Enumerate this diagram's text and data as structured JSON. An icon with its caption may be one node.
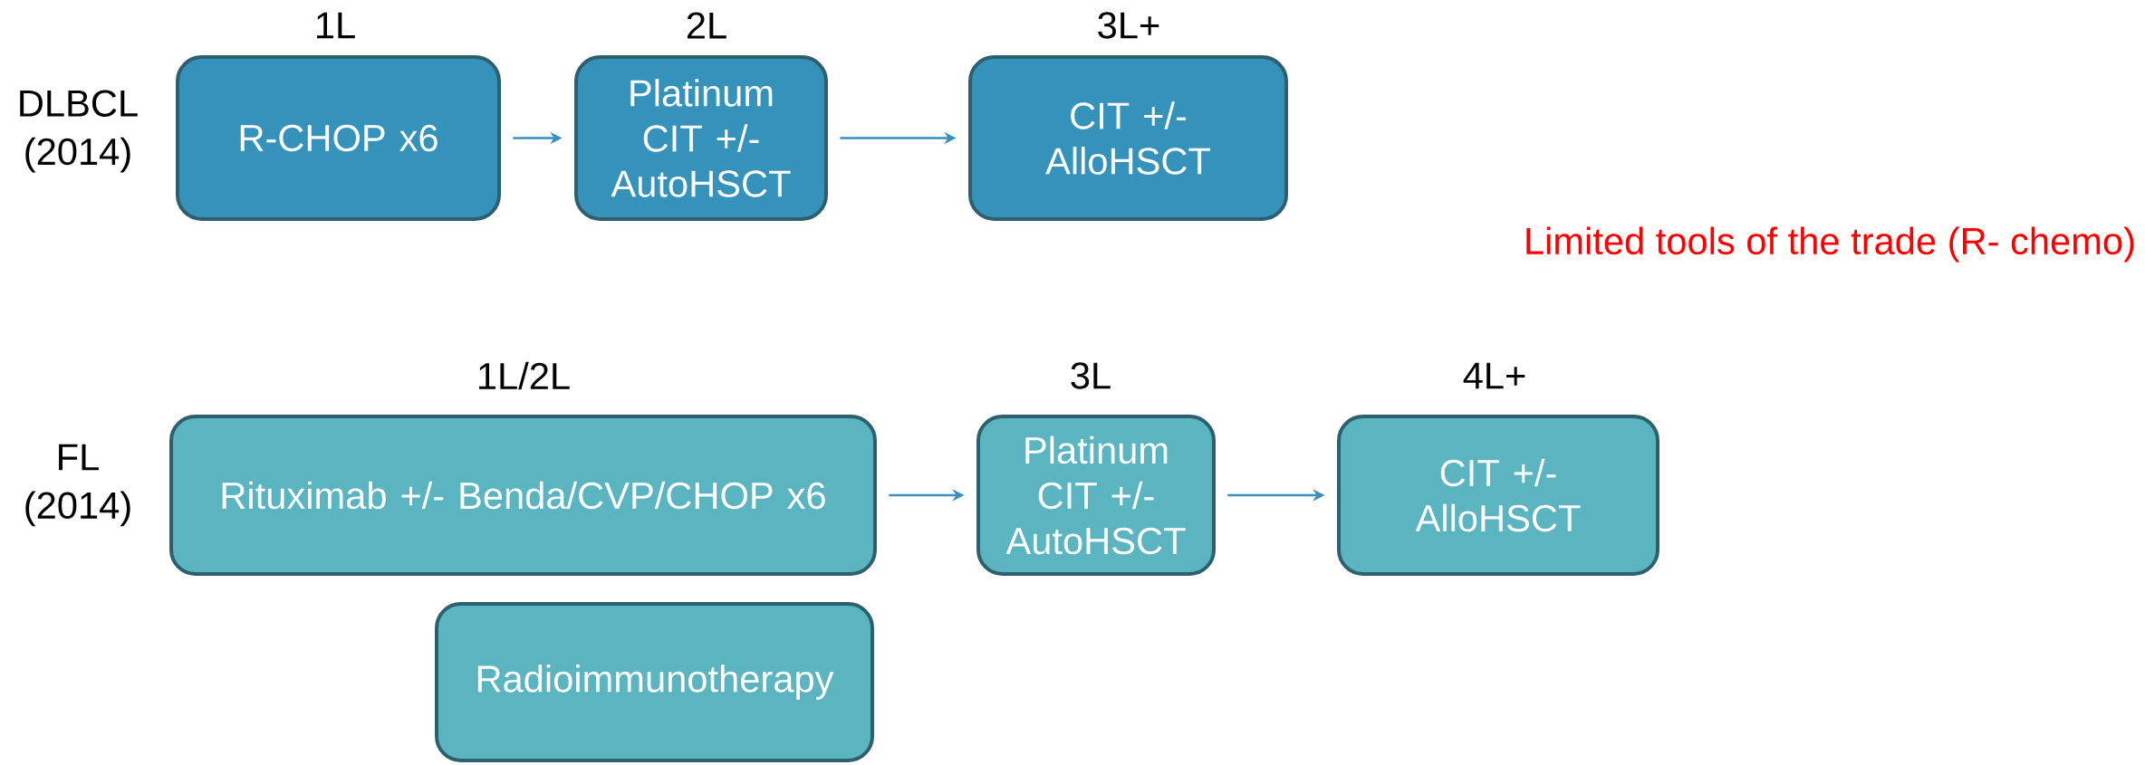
{
  "diagram": {
    "nodes": [
      {
        "text": [
          "R-CHOP x6"
        ]
      },
      {
        "text": [
          "Platinum CIT +/- AutoHSCT"
        ]
      },
      {
        "text": [
          "CIT +/- AlloHSCT"
        ]
      },
      {
        "text": [
          "Rituximab +/- Benda/CVP/CHOP x6"
        ]
      },
      {
        "text": [
          "Platinum CIT +/- AutoHSCT"
        ]
      },
      {
        "text": [
          "CIT +/- AlloHSCT"
        ]
      },
      {
        "text": [
          "Radioimmunotherapy"
        ]
      }
    ],
    "edges": [
      {
        "from": 0,
        "to": 1,
        "arrow": "to"
      },
      {
        "from": 1,
        "to": 2,
        "arrow": "to"
      },
      {
        "from": 3,
        "to": 4,
        "arrow": "to"
      },
      {
        "from": 4,
        "to": 5,
        "arrow": "to"
      }
    ],
    "labels": [
      "1L",
      "2L",
      "3L+",
      "DLBCL (2014)",
      "Limited tools of the trade (R- chemo)",
      "1L/2L",
      "3L",
      "4L+",
      "FL (2014)"
    ]
  }
}
